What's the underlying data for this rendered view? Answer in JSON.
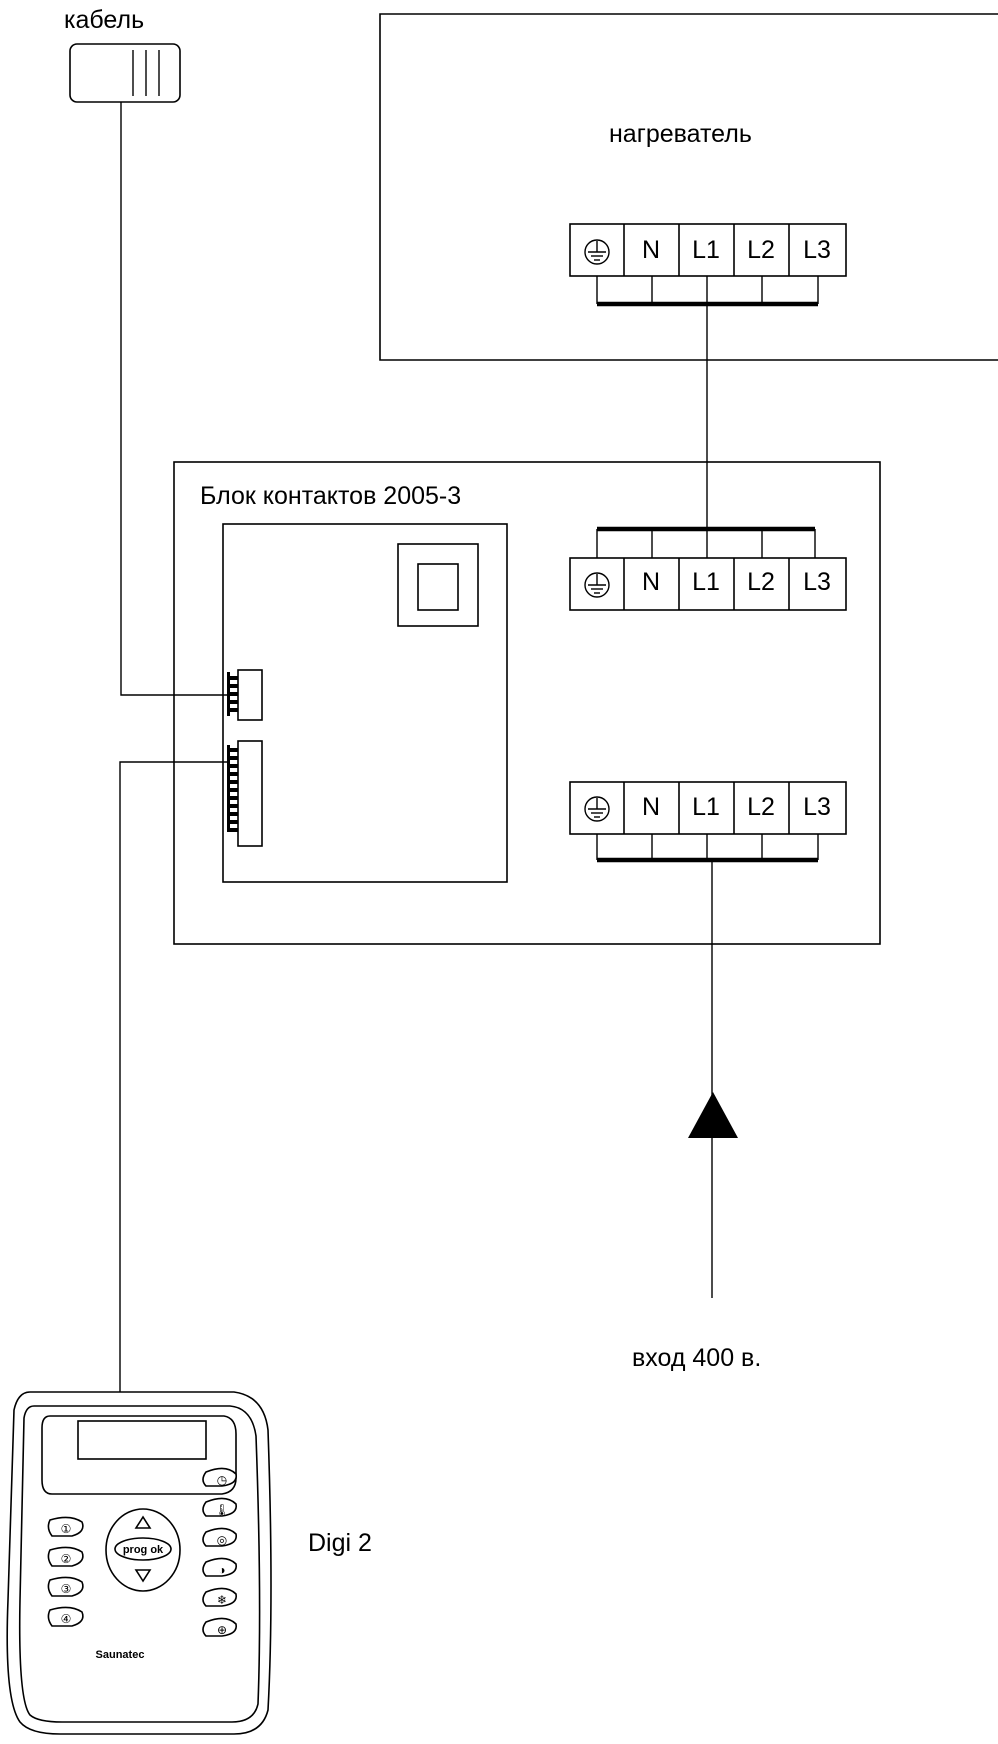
{
  "labels": {
    "cable": "кабель",
    "heater": "нагреватель",
    "contactor_block": "Блок контактов  2005-3",
    "input": "вход 400 в.",
    "controller": "Digi 2"
  },
  "terminals": {
    "heater": [
      "N",
      "L1",
      "L2",
      "L3"
    ],
    "block_top": [
      "N",
      "L1",
      "L2",
      "L3"
    ],
    "block_bottom": [
      "N",
      "L1",
      "L2",
      "L3"
    ]
  },
  "controller": {
    "brand": "Saunatec",
    "center_button": "prog ok",
    "left_buttons": [
      "①",
      "②",
      "③",
      "④"
    ],
    "right_buttons": [
      "◷",
      "🌡",
      "◎",
      "◑",
      "❄",
      "⊕"
    ]
  }
}
